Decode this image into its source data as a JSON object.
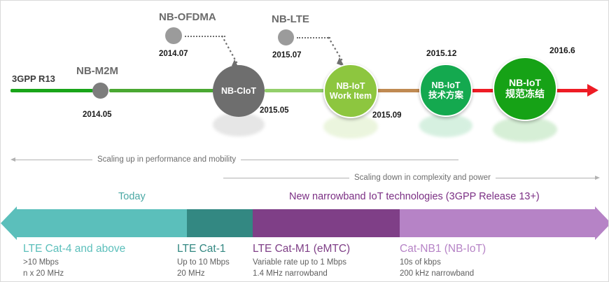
{
  "timeline": {
    "era_label": "3GPP R13",
    "line_colors": [
      "#19a519",
      "#6cbf4a",
      "#c08a52",
      "#ee1c25"
    ],
    "nodes": [
      {
        "label": "NB-M2M",
        "date": "2014.05",
        "color": "#7d7d7d",
        "kind": "dot",
        "caption_above": "NB-M2M"
      },
      {
        "label": "NB-OFDMA",
        "date": "2014.07",
        "color": "#9b9b9b",
        "kind": "branch",
        "caption_above": "NB-OFDMA"
      },
      {
        "label": "NB-LTE",
        "date": "2015.07",
        "color": "#9b9b9b",
        "kind": "branch",
        "caption_above": "NB-LTE"
      },
      {
        "label": "NB-CIoT",
        "date": "2015.05",
        "color": "#6e6e6e",
        "kind": "circle"
      },
      {
        "label": "NB-IoT Work Item",
        "date": "2015.09",
        "color": "#8dc63f",
        "kind": "circle"
      },
      {
        "label": "NB-IoT 技术方案",
        "date": "2015.12",
        "color": "#14a94f",
        "kind": "circle"
      },
      {
        "label": "NB-IoT 规范冻结",
        "date": "2016.6",
        "color": "#16a216",
        "kind": "circle"
      }
    ],
    "node_text": {
      "nb_ciot_l1": "NB-CIoT",
      "nb_wi_l1": "NB-IoT",
      "nb_wi_l2": "Work Item",
      "nb_tech_l1": "NB-IoT",
      "nb_tech_l2": "技术方案",
      "nb_freeze_l1": "NB-IoT",
      "nb_freeze_l2": "规范冻结"
    }
  },
  "annotations": [
    {
      "text": "Scaling up in performance and mobility",
      "direction": "left"
    },
    {
      "text": "Scaling down in complexity and power",
      "direction": "right"
    }
  ],
  "bottom": {
    "headers": [
      {
        "text": "Today",
        "color": "#4aa8a4"
      },
      {
        "text": "New narrowband IoT technologies (3GPP Release 13+)",
        "color": "#7b2f84"
      }
    ],
    "segments": [
      {
        "color": "#5bbfbb"
      },
      {
        "color": "#338882"
      },
      {
        "color": "#7f3f87"
      },
      {
        "color": "#b683c6"
      }
    ],
    "categories": [
      {
        "title": "LTE Cat-4 and above",
        "color": "#5bbfbb",
        "line1": ">10 Mbps",
        "line2": "n x 20 MHz"
      },
      {
        "title": "LTE Cat-1",
        "color": "#338882",
        "line1": "Up to 10 Mbps",
        "line2": "20 MHz"
      },
      {
        "title": "LTE Cat-M1 (eMTC)",
        "color": "#7f3f87",
        "line1": "Variable rate up to 1 Mbps",
        "line2": "1.4 MHz narrowband"
      },
      {
        "title": "Cat-NB1 (NB-IoT)",
        "color": "#b683c6",
        "line1": "10s of kbps",
        "line2": "200 kHz narrowband"
      }
    ]
  }
}
